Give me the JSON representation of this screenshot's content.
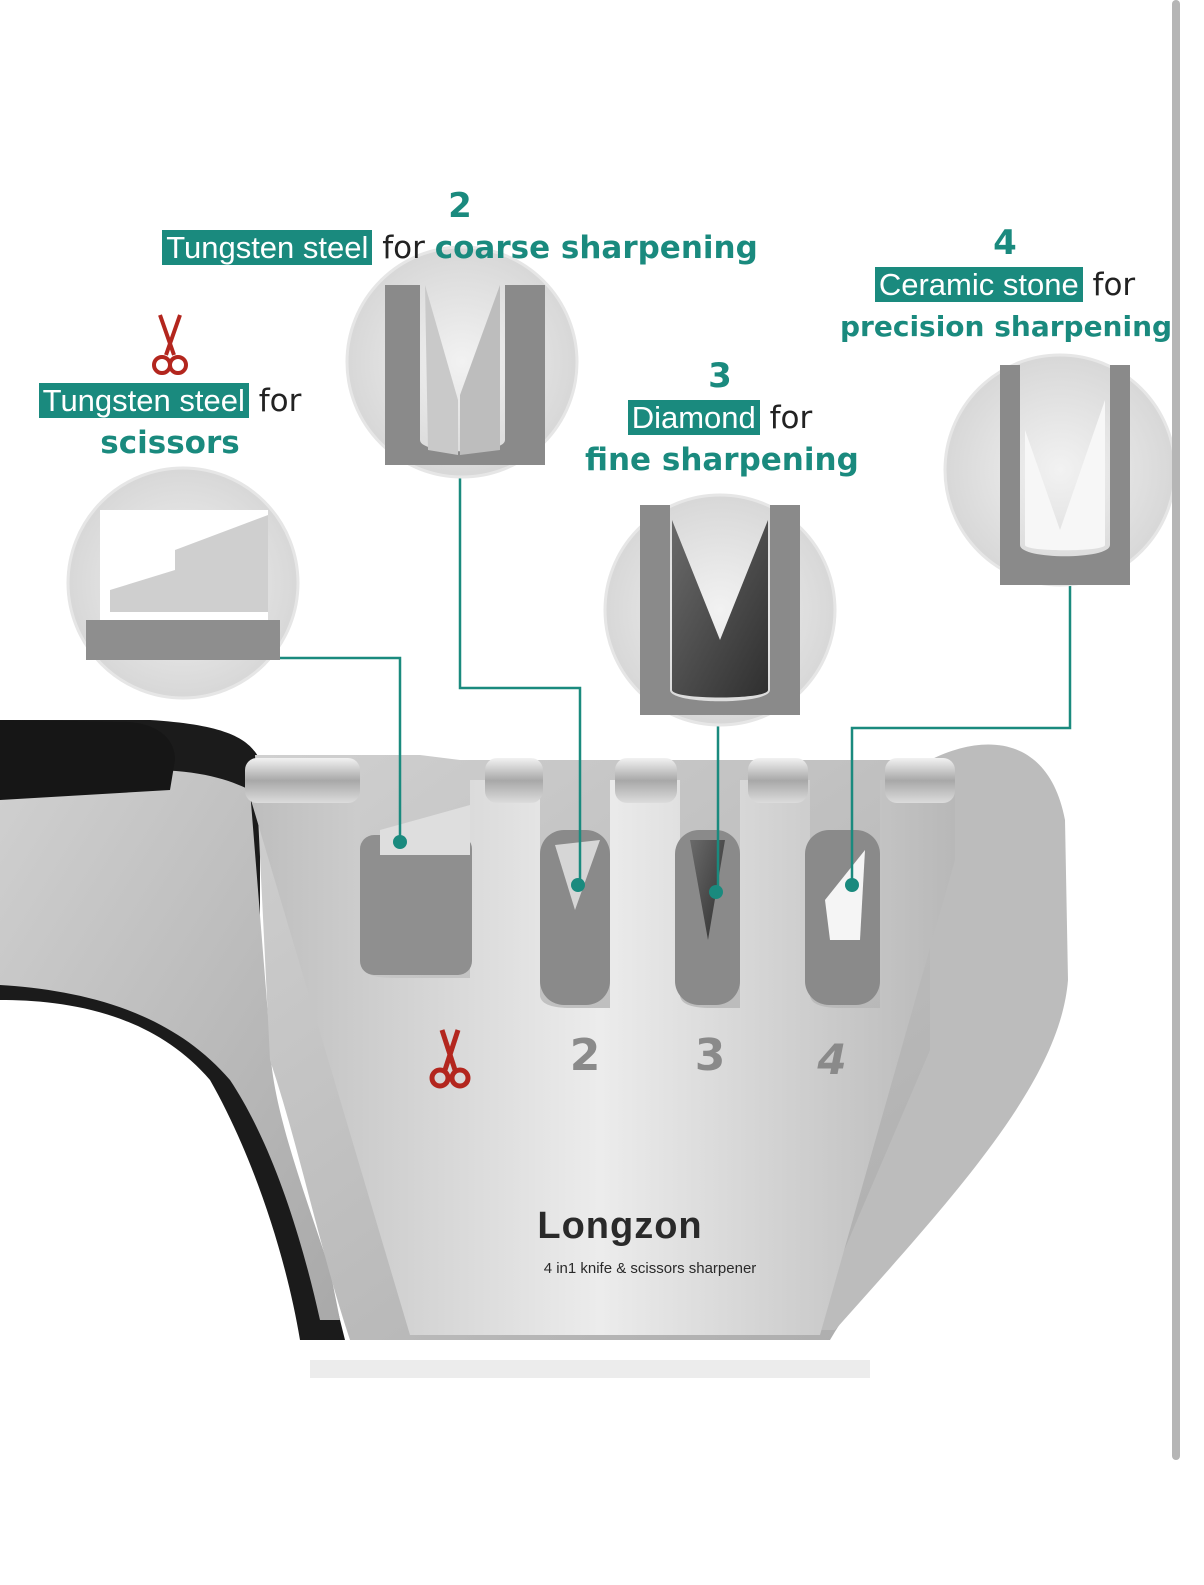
{
  "colors": {
    "accent": "#1a8a7e",
    "scissor_red": "#b3261e",
    "steel_light": "#e9e9e9",
    "steel_mid": "#c6c6c6",
    "steel_dark": "#8c8c8c",
    "grey_body": "#bdbdbd",
    "black_grip": "#1c1c1c"
  },
  "callouts": {
    "scissors": {
      "icon": "scissors-icon",
      "highlight": "Tungsten steel",
      "connector": "for",
      "purpose": "scissors"
    },
    "slot2": {
      "number": "2",
      "highlight": "Tungsten steel",
      "connector": "for",
      "purpose": "coarse sharpening"
    },
    "slot3": {
      "number": "3",
      "highlight": "Diamond",
      "connector": "for",
      "purpose": "fine sharpening"
    },
    "slot4": {
      "number": "4",
      "highlight": "Ceramic stone",
      "connector": "for",
      "purpose": "precision sharpening"
    }
  },
  "device": {
    "slot_labels": [
      "2",
      "3",
      "4"
    ],
    "brand": "Longzon",
    "tagline": "4 in1 knife & scissors sharpener"
  }
}
